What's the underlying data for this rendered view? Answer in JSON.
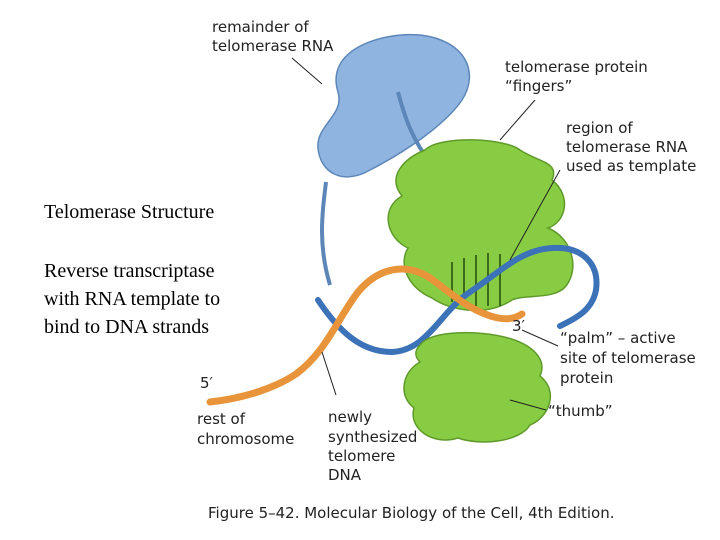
{
  "side_text": {
    "title": "Telomerase Structure",
    "description": [
      "Reverse transcriptase",
      "with RNA template to",
      "bind to DNA strands"
    ]
  },
  "labels": {
    "remainder_rna": [
      "remainder of",
      "telomerase RNA"
    ],
    "fingers": [
      "telomerase protein",
      "“fingers”"
    ],
    "template_region": [
      "region of",
      "telomerase RNA",
      "used as template"
    ],
    "palm": [
      "“palm” – active",
      "site of telomerase",
      "protein"
    ],
    "thumb": "“thumb”",
    "rest_of_chromosome": [
      "rest of",
      "chromosome"
    ],
    "newly_synthesized": [
      "newly",
      "synthesized",
      "telomere",
      "DNA"
    ],
    "five_prime": "5′",
    "three_prime": "3′"
  },
  "caption": "Figure 5–42. Molecular Biology of the Cell, 4th Edition.",
  "colors": {
    "rna": "#8fb4e0",
    "protein": "#88cc44",
    "dna_blue": "#3c72b8",
    "dna_orange": "#e8943a"
  }
}
